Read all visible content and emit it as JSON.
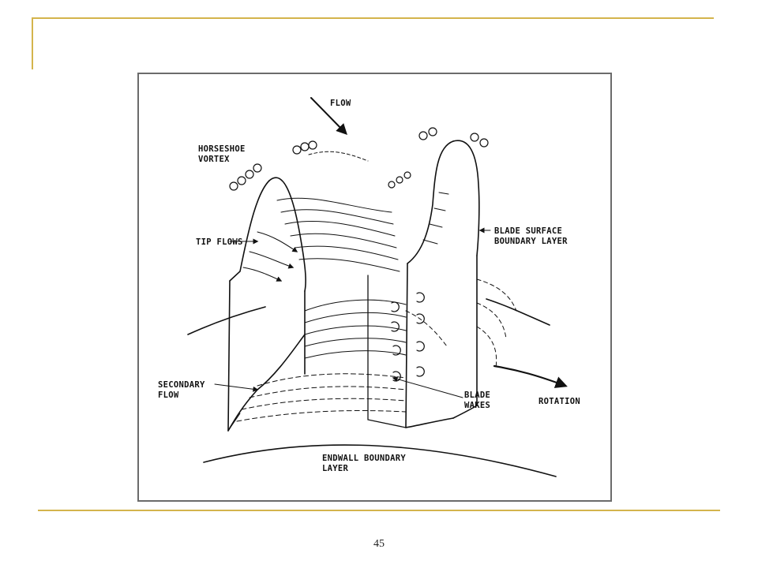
{
  "slide": {
    "page_number": "45",
    "accent_color": "#D4B44C"
  },
  "diagram": {
    "labels": {
      "flow": "FLOW",
      "horseshoe_line1": "HORSESHOE",
      "horseshoe_line2": "VORTEX",
      "tip_flows": "TIP FLOWS",
      "blade_surface_line1": "BLADE SURFACE",
      "blade_surface_line2": "BOUNDARY LAYER",
      "secondary_line1": "SECONDARY",
      "secondary_line2": "FLOW",
      "blade_wakes_line1": "BLADE",
      "blade_wakes_line2": "WAKES",
      "rotation": "ROTATION",
      "endwall_line1": "ENDWALL BOUNDARY",
      "endwall_line2": "LAYER"
    }
  }
}
